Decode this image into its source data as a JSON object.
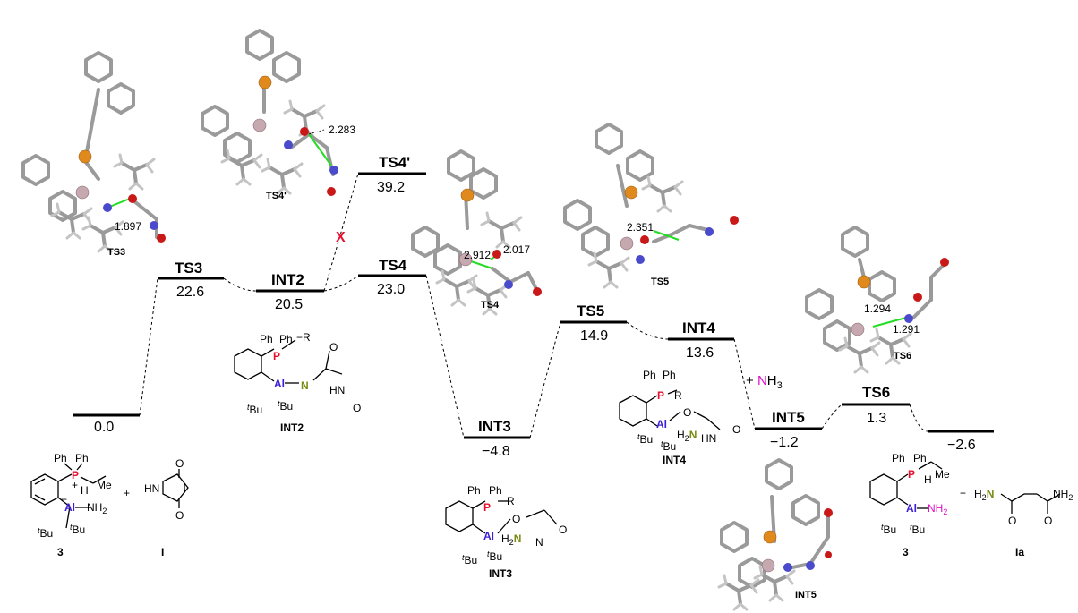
{
  "levels": [
    {
      "id": "start",
      "name": "",
      "value": "0.0"
    },
    {
      "id": "TS3",
      "name": "TS3",
      "value": "22.6"
    },
    {
      "id": "INT2",
      "name": "INT2",
      "value": "20.5"
    },
    {
      "id": "TS4p",
      "name": "TS4'",
      "value": "39.2"
    },
    {
      "id": "TS4",
      "name": "TS4",
      "value": "23.0"
    },
    {
      "id": "INT3",
      "name": "INT3",
      "value": "−4.8"
    },
    {
      "id": "TS5",
      "name": "TS5",
      "value": "14.9"
    },
    {
      "id": "INT4",
      "name": "INT4",
      "value": "13.6"
    },
    {
      "id": "INT5",
      "name": "INT5",
      "value": "−1.2"
    },
    {
      "id": "TS6",
      "name": "TS6",
      "value": "1.3"
    },
    {
      "id": "end",
      "name": "",
      "value": "−2.6"
    }
  ],
  "blocked_mark": "X",
  "nh3_release": {
    "plus": "+ ",
    "N": "N",
    "H": "H",
    "sub": "3"
  },
  "structure_captions": {
    "TS3": "TS3",
    "TS4p": "TS4'",
    "TS4": "TS4",
    "TS5": "TS5",
    "TS6": "TS6",
    "INT5": "INT5"
  },
  "distances": {
    "TS3": "1.897",
    "TS4p": "2.283",
    "TS4_a": "2.912",
    "TS4_b": "2.017",
    "TS5": "2.351",
    "TS6_a": "1.294",
    "TS6_b": "1.291"
  },
  "drawings": {
    "reactant_3": "3",
    "maleimide": "I",
    "INT2": "INT2",
    "INT3": "INT3",
    "INT4": "INT4",
    "product_3": "3",
    "product_Ia": "Ia"
  },
  "chem_labels": {
    "Ph": "Ph",
    "P": "P",
    "Al": "Al",
    "R": "R",
    "Me": "Me",
    "H": "H",
    "NH2": "NH",
    "N": "N",
    "O": "O",
    "HN": "HN",
    "tBu": "Bu",
    "t": "t",
    "plus": "+",
    "minus": "−",
    "two": "2"
  },
  "colors": {
    "phosphorus": "#e8102e",
    "aluminum": "#3d1fd6",
    "nitrogen_green": "#7a8a12",
    "nitrogen_magenta": "#e010c8",
    "ts_bond": "#22dd22",
    "blocked": "#e8102e",
    "atom_P": "#e08a1e",
    "atom_N": "#4a4acc",
    "atom_O": "#c81818",
    "atom_Al": "#c6a8b0"
  }
}
